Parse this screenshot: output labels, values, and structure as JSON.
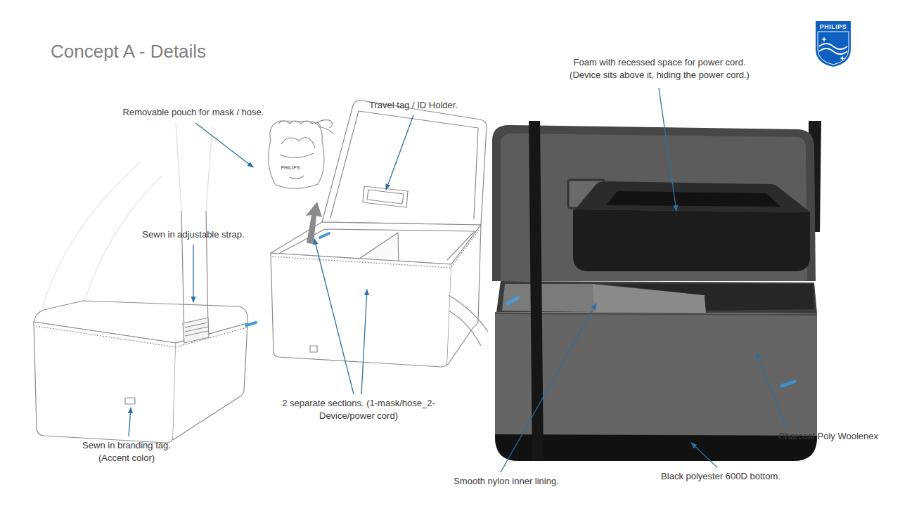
{
  "diagram": {
    "title": "Concept A - Details",
    "labels": [
      "Removable pouch for mask / hose.",
      "PHILIPS",
      "Travel tag / ID Holder.",
      "Foam with recessed space for power cord. (Device sits above it, hiding the power cord.)",
      "Sewn in adjustable strap.",
      "2 separate sections. (1-mask/hose_2-Device/power cord)",
      "Sewn in branding tag. (Accent color)",
      "Charcoal Poly Woolenex",
      "Smooth nylon inner lining.",
      "Black polyester 600D bottom.",
      "PHILIPS"
    ]
  }
}
